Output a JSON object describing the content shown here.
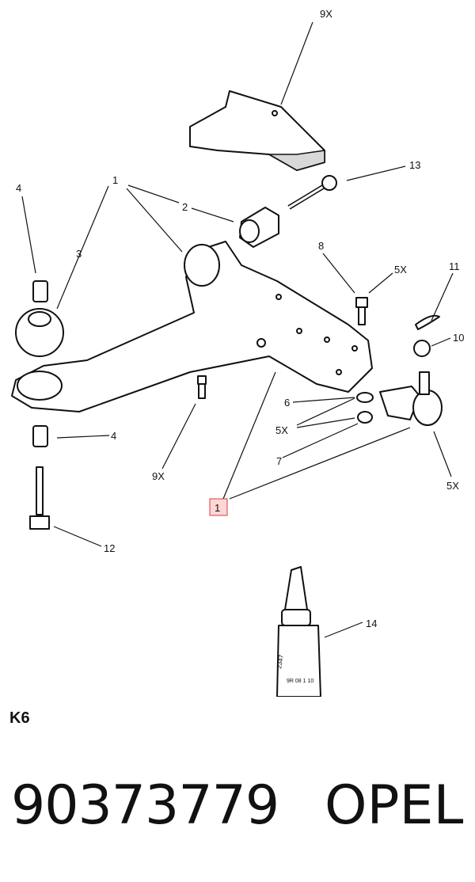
{
  "callouts": {
    "c1a": "1",
    "c2": "2",
    "c3": "3",
    "c4a": "4",
    "c4b": "4",
    "c5x_a": "5X",
    "c5x_b": "5X",
    "c5x_c": "5X",
    "c6": "6",
    "c7": "7",
    "c8": "8",
    "c9x_a": "9X",
    "c9x_b": "9X",
    "c10": "10",
    "c11": "11",
    "c12": "12",
    "c13": "13",
    "c14": "14",
    "c1_highlight": "1"
  },
  "bottle_label": {
    "line1": "2347",
    "line2": "9R 08 1 10"
  },
  "footer": {
    "section_code": "K6",
    "part_number": "90373779",
    "brand": "OPEL"
  },
  "colors": {
    "highlight_fill": "#ffd6d6",
    "highlight_stroke": "#d04040",
    "ink": "#111111"
  }
}
